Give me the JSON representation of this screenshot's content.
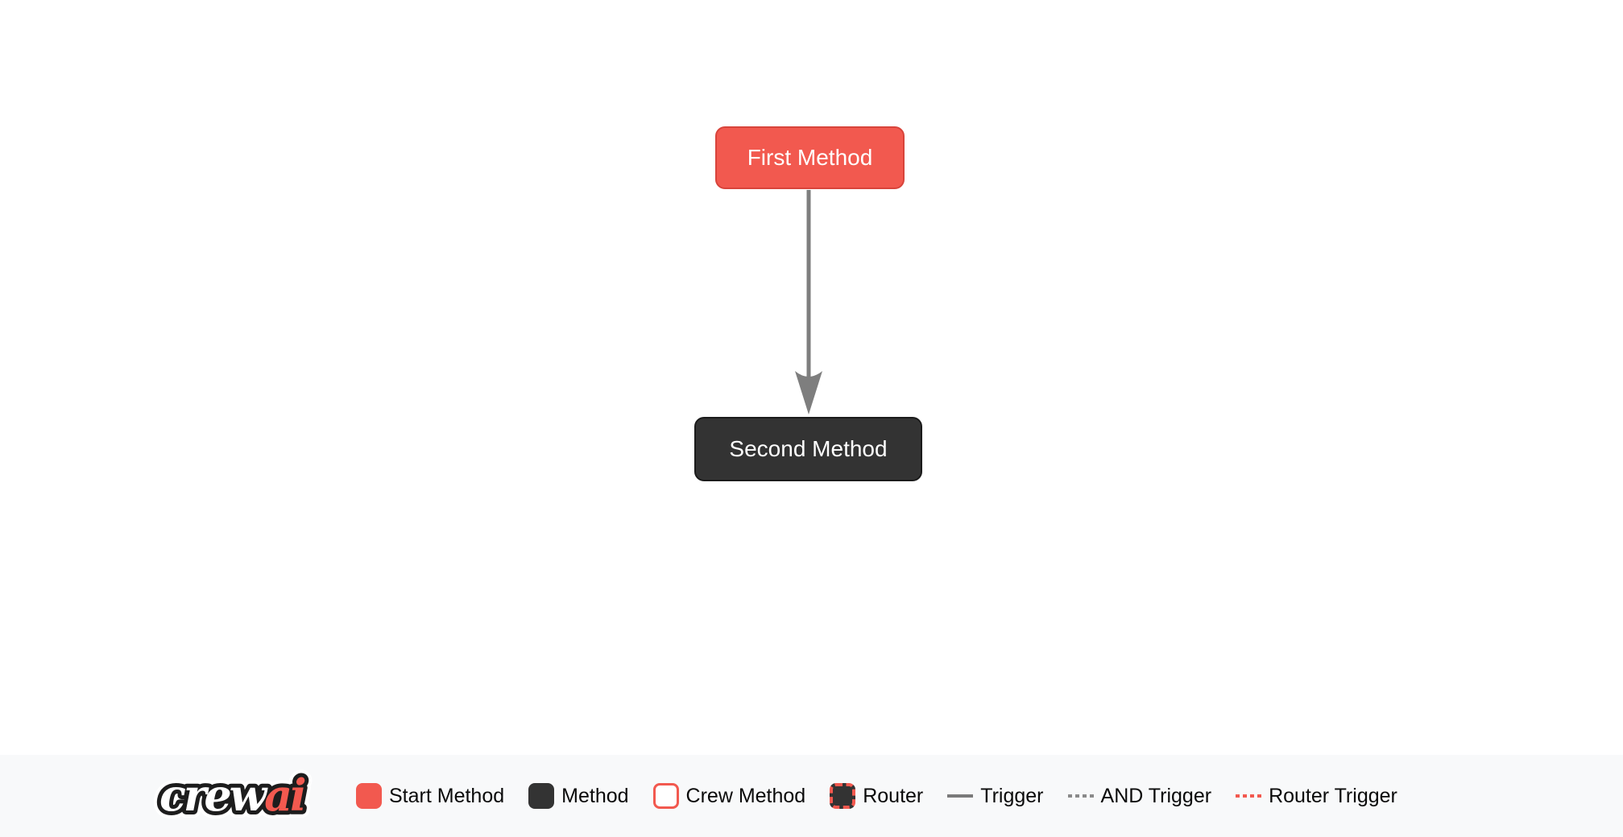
{
  "canvas": {
    "nodes": [
      {
        "id": "first_method",
        "label": "First Method",
        "type": "start-method",
        "fill": "#F2594F",
        "border": "#D8443B",
        "text_color": "#FFFFFF"
      },
      {
        "id": "second_method",
        "label": "Second Method",
        "type": "method",
        "fill": "#333333",
        "border": "#1B1B1B",
        "text_color": "#FFFFFF"
      }
    ],
    "edges": [
      {
        "from": "first_method",
        "to": "second_method",
        "type": "trigger",
        "style": "solid",
        "color": "#7E7E7E",
        "arrow": "vee-down"
      }
    ]
  },
  "footer": {
    "logo": {
      "part1": "crew",
      "part2": "ai",
      "part1_color": "#FFFFFF",
      "part2_color": "#F2594F",
      "outline_color": "#1D1D1D"
    },
    "legend": [
      {
        "label": "Start Method",
        "swatch": "box-red-solid"
      },
      {
        "label": "Method",
        "swatch": "box-dark-solid"
      },
      {
        "label": "Crew Method",
        "swatch": "box-white-red-border"
      },
      {
        "label": "Router",
        "swatch": "box-dark-red-dashed-border"
      },
      {
        "label": "Trigger",
        "swatch": "line-solid-gray"
      },
      {
        "label": "AND Trigger",
        "swatch": "line-dashed-gray"
      },
      {
        "label": "Router Trigger",
        "swatch": "line-dashed-red"
      }
    ],
    "background": "#F8F9FA"
  },
  "colors": {
    "accent_red": "#F2594F",
    "node_dark": "#333333",
    "edge_gray": "#7E7E7E",
    "canvas_bg": "#FFFFFF"
  }
}
